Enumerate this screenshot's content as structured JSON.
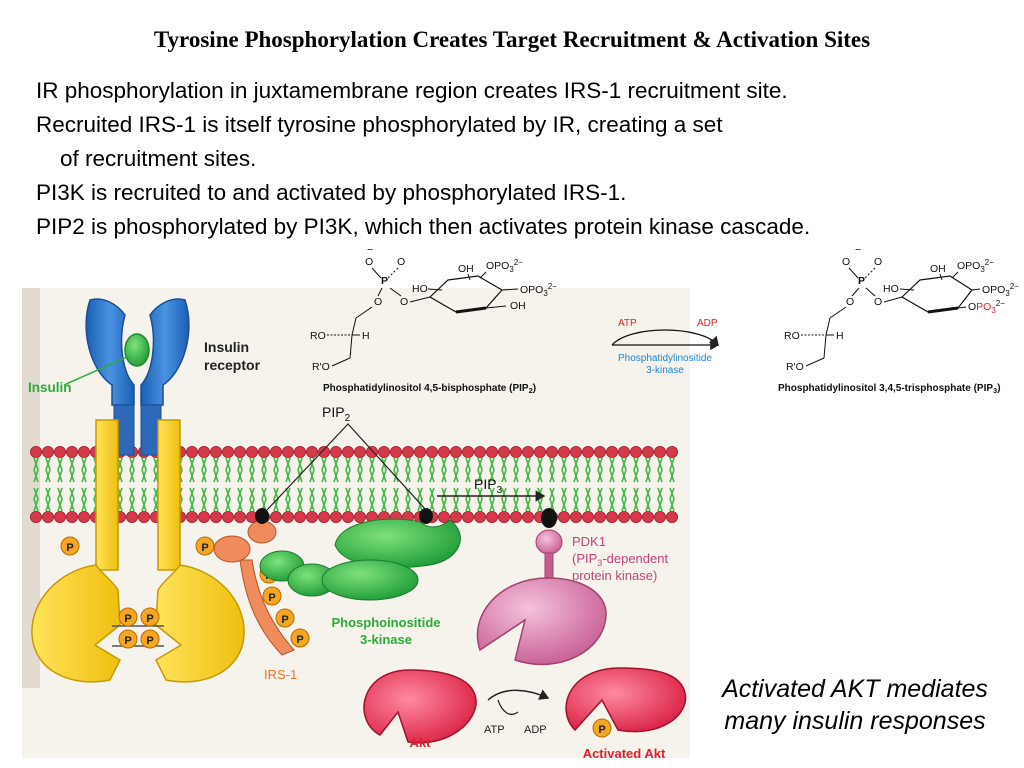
{
  "title": "Tyrosine Phosphorylation Creates Target Recruitment & Activation Sites",
  "bullets": [
    "IR phosphorylation in juxtamembrane region creates IRS-1 recruitment site.",
    "Recruited IRS-1 is itself tyrosine phosphorylated by IR, creating a set",
    "of recruitment sites.",
    "PI3K is recruited to and activated by phosphorylated IRS-1.",
    "PIP2 is phosphorylated by PI3K, which then activates protein kinase cascade."
  ],
  "reaction": {
    "pip2_name": "Phosphatidylinositol 4,5-bisphosphate (PIP",
    "pip2_sub": "2",
    "pip3_name": "Phosphatidylinositol 3,4,5-trisphosphate (PIP",
    "pip3_sub": "3",
    "close_paren": ")",
    "atp": "ATP",
    "adp": "ADP",
    "enzyme_line1": "Phosphatidylinositide",
    "enzyme_line2": "3-kinase",
    "ro": "RO",
    "r_o": "R'O",
    "h": "H",
    "ho": "HO",
    "oh": "OH",
    "o": "O",
    "p": "P",
    "opo3": "OPO",
    "three": "3",
    "charge2": "2−",
    "charge_minus": "−",
    "po3": "PO"
  },
  "figure": {
    "insulin": "Insulin",
    "receptor_line1": "Insulin",
    "receptor_line2": "receptor",
    "pip2": "PIP",
    "pip2_sub": "2",
    "pip3": "PIP",
    "pip3_sub": "3",
    "phospho": "P",
    "irs1": "IRS-1",
    "pi3k_line1": "Phosphoinositide",
    "pi3k_line2": "3-kinase",
    "pdk1_line1": "PDK1",
    "pdk1_line2a": "(PIP",
    "pdk1_line2sub": "3",
    "pdk1_line2b": "-dependent",
    "pdk1_line3": "protein kinase)",
    "akt": "Akt",
    "activated_akt": "Activated Akt",
    "atp": "ATP",
    "adp": "ADP"
  },
  "caption": {
    "line1": "Activated AKT mediates",
    "line2": "many insulin responses"
  },
  "colors": {
    "receptor_blue": "#2a74c8",
    "insulin_green": "#3cc441",
    "membrane_red": "#d63a4a",
    "receptor_yellow": "#f7d21b",
    "phospho_orange": "#f5a623",
    "pi3k_green": "#2fb84a",
    "pdk1_pink": "#d87aa8",
    "akt_red": "#e8294a",
    "label_green": "#2eaa3a",
    "label_pink": "#c2457a",
    "label_red": "#e0202e",
    "label_orange": "#e8772a",
    "enzyme_blue": "#1f88c8"
  }
}
